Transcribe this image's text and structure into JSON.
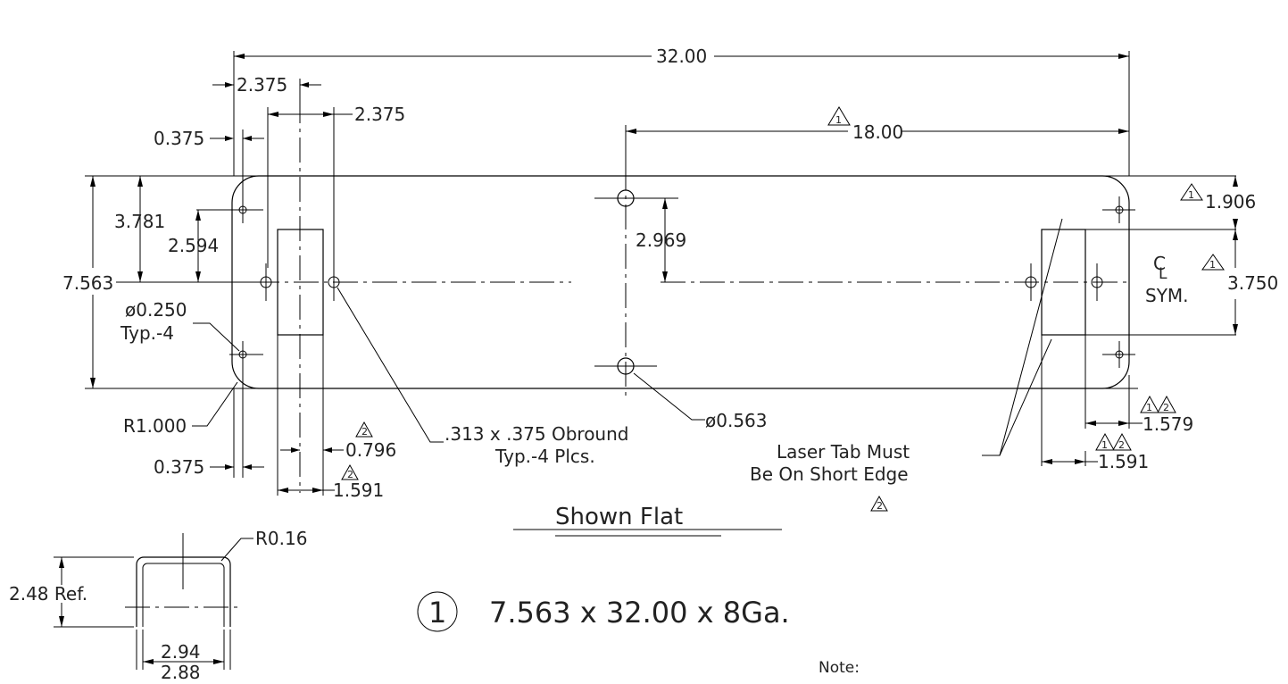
{
  "dimensions": {
    "overall_length": "32.00",
    "end_hole_offset": "2.375",
    "hole_spacing": "2.375",
    "edge_offset_top": "0.375",
    "center_offset": "18.00",
    "top_hole_height": "3.781",
    "slot_height": "2.594",
    "overall_width": "7.563",
    "center_hole_spacing": "2.969",
    "right_edge_offset": "1.906",
    "right_slot_height": "3.750",
    "hole_dia": "ø0.250",
    "hole_qty": "Typ.-4",
    "corner_radius": "R1.000",
    "edge_offset_bottom": "0.375",
    "slot_width": "0.796",
    "slot_offset": "1.591",
    "obround": ".313 x .375 Obround",
    "obround_qty": "Typ.-4 Plcs.",
    "center_hole_dia": "ø0.563",
    "right_offset_1": "1.579",
    "right_offset_2": "1.591",
    "laser_note_1": "Laser Tab Must",
    "laser_note_2": "Be On Short Edge"
  },
  "centerline": {
    "symbol": "C",
    "sub": "L",
    "label": "SYM."
  },
  "revisions": {
    "rev1": "1",
    "rev2": "2"
  },
  "view_title": "Shown Flat",
  "section": {
    "radius": "R0.16",
    "height": "2.48 Ref.",
    "outer_width": "2.94",
    "inner_width": "2.88"
  },
  "part": {
    "item_number": "1",
    "description": "7.563 x 32.00 x 8Ga."
  },
  "note_label": "Note:"
}
